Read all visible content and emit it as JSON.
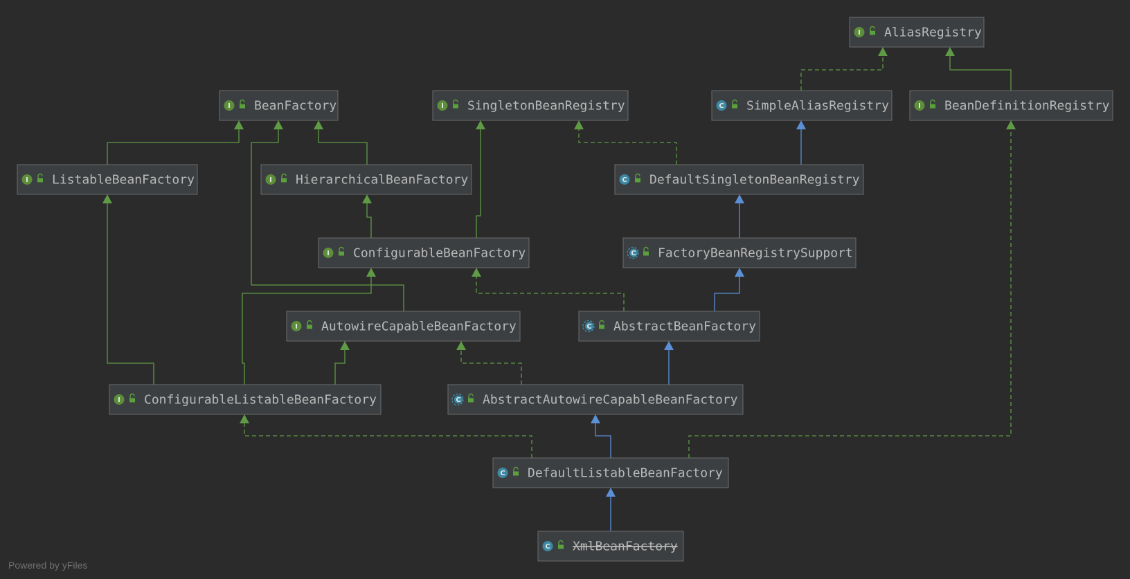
{
  "nodes": [
    {
      "id": "AliasRegistry",
      "label": "AliasRegistry",
      "kind": "interface"
    },
    {
      "id": "BeanFactory",
      "label": "BeanFactory",
      "kind": "interface"
    },
    {
      "id": "SingletonBeanRegistry",
      "label": "SingletonBeanRegistry",
      "kind": "interface"
    },
    {
      "id": "SimpleAliasRegistry",
      "label": "SimpleAliasRegistry",
      "kind": "class"
    },
    {
      "id": "BeanDefinitionRegistry",
      "label": "BeanDefinitionRegistry",
      "kind": "interface"
    },
    {
      "id": "ListableBeanFactory",
      "label": "ListableBeanFactory",
      "kind": "interface"
    },
    {
      "id": "HierarchicalBeanFactory",
      "label": "HierarchicalBeanFactory",
      "kind": "interface"
    },
    {
      "id": "DefaultSingletonBeanRegistry",
      "label": "DefaultSingletonBeanRegistry",
      "kind": "class"
    },
    {
      "id": "ConfigurableBeanFactory",
      "label": "ConfigurableBeanFactory",
      "kind": "interface"
    },
    {
      "id": "FactoryBeanRegistrySupport",
      "label": "FactoryBeanRegistrySupport",
      "kind": "abstract-class"
    },
    {
      "id": "AutowireCapableBeanFactory",
      "label": "AutowireCapableBeanFactory",
      "kind": "interface"
    },
    {
      "id": "AbstractBeanFactory",
      "label": "AbstractBeanFactory",
      "kind": "abstract-class"
    },
    {
      "id": "ConfigurableListableBeanFactory",
      "label": "ConfigurableListableBeanFactory",
      "kind": "interface"
    },
    {
      "id": "AbstractAutowireCapableBeanFactory",
      "label": "AbstractAutowireCapableBeanFactory",
      "kind": "abstract-class"
    },
    {
      "id": "DefaultListableBeanFactory",
      "label": "DefaultListableBeanFactory",
      "kind": "class"
    },
    {
      "id": "XmlBeanFactory",
      "label": "XmlBeanFactory",
      "kind": "class",
      "deprecated": true
    }
  ],
  "edges": [
    {
      "from": "SimpleAliasRegistry",
      "to": "AliasRegistry",
      "type": "implements"
    },
    {
      "from": "BeanDefinitionRegistry",
      "to": "AliasRegistry",
      "type": "extends-interface"
    },
    {
      "from": "ListableBeanFactory",
      "to": "BeanFactory",
      "type": "extends-interface"
    },
    {
      "from": "HierarchicalBeanFactory",
      "to": "BeanFactory",
      "type": "extends-interface"
    },
    {
      "from": "AutowireCapableBeanFactory",
      "to": "BeanFactory",
      "type": "extends-interface"
    },
    {
      "from": "DefaultSingletonBeanRegistry",
      "to": "SimpleAliasRegistry",
      "type": "extends-class"
    },
    {
      "from": "DefaultSingletonBeanRegistry",
      "to": "SingletonBeanRegistry",
      "type": "implements"
    },
    {
      "from": "ConfigurableBeanFactory",
      "to": "HierarchicalBeanFactory",
      "type": "extends-interface"
    },
    {
      "from": "ConfigurableBeanFactory",
      "to": "SingletonBeanRegistry",
      "type": "extends-interface"
    },
    {
      "from": "FactoryBeanRegistrySupport",
      "to": "DefaultSingletonBeanRegistry",
      "type": "extends-class"
    },
    {
      "from": "AbstractBeanFactory",
      "to": "FactoryBeanRegistrySupport",
      "type": "extends-class"
    },
    {
      "from": "AbstractBeanFactory",
      "to": "ConfigurableBeanFactory",
      "type": "implements"
    },
    {
      "from": "ConfigurableListableBeanFactory",
      "to": "ListableBeanFactory",
      "type": "extends-interface"
    },
    {
      "from": "ConfigurableListableBeanFactory",
      "to": "ConfigurableBeanFactory",
      "type": "extends-interface"
    },
    {
      "from": "ConfigurableListableBeanFactory",
      "to": "AutowireCapableBeanFactory",
      "type": "extends-interface"
    },
    {
      "from": "AbstractAutowireCapableBeanFactory",
      "to": "AbstractBeanFactory",
      "type": "extends-class"
    },
    {
      "from": "AbstractAutowireCapableBeanFactory",
      "to": "AutowireCapableBeanFactory",
      "type": "implements"
    },
    {
      "from": "DefaultListableBeanFactory",
      "to": "AbstractAutowireCapableBeanFactory",
      "type": "extends-class"
    },
    {
      "from": "DefaultListableBeanFactory",
      "to": "ConfigurableListableBeanFactory",
      "type": "implements"
    },
    {
      "from": "DefaultListableBeanFactory",
      "to": "BeanDefinitionRegistry",
      "type": "implements"
    },
    {
      "from": "XmlBeanFactory",
      "to": "DefaultListableBeanFactory",
      "type": "extends-class"
    }
  ],
  "badges": {
    "interface": "I",
    "class": "C",
    "abstract-class": "C"
  },
  "colors": {
    "background": "#2b2b2b",
    "interface_edge": "#5f9a45",
    "class_edge": "#5c8fd6",
    "interface_badge": "#5d8f3a",
    "class_badge": "#3d89a4"
  },
  "footer": "Powered by yFiles"
}
